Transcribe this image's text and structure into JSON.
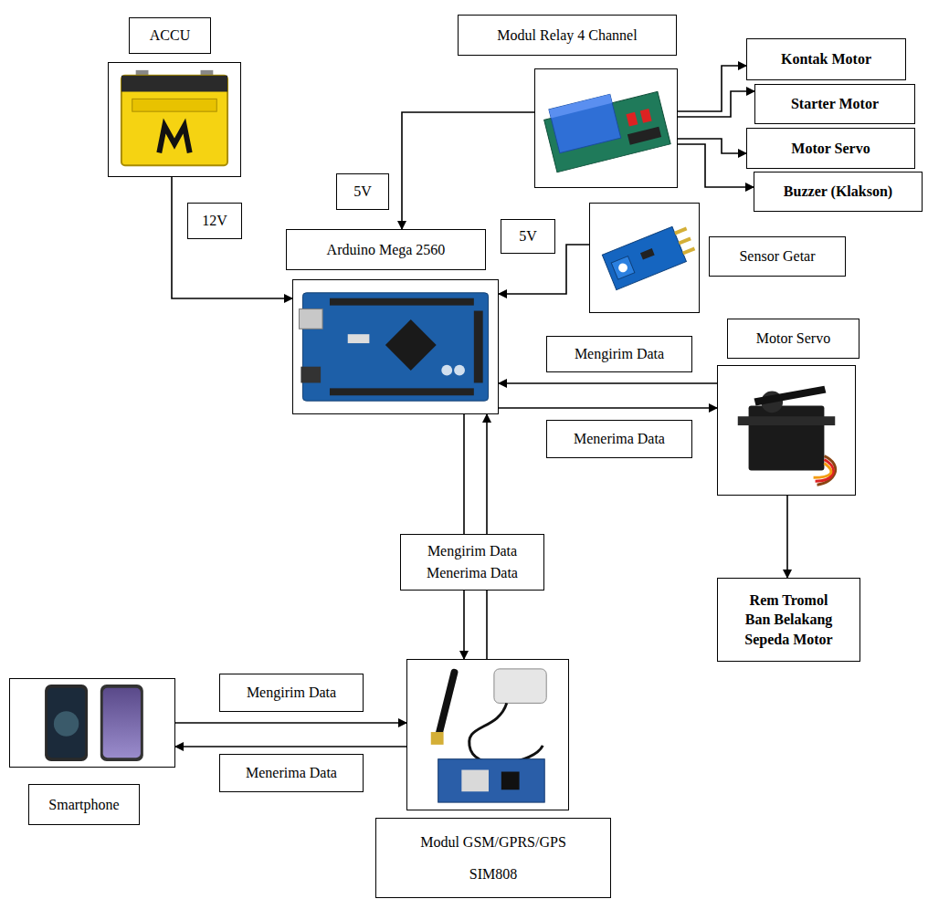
{
  "diagram": {
    "nodes": [
      {
        "text": [
          "ACCU"
        ]
      },
      {
        "text": [
          "Modul Relay 4 Channel"
        ]
      },
      {
        "text": [
          "Kontak Motor"
        ]
      },
      {
        "text": [
          "Starter Motor"
        ]
      },
      {
        "text": [
          "Motor Servo"
        ]
      },
      {
        "text": [
          "Buzzer (Klakson)"
        ]
      },
      {
        "text": [
          "Arduino Mega 2560"
        ]
      },
      {
        "text": [
          "Sensor Getar"
        ]
      },
      {
        "text": [
          "Motor Servo"
        ]
      },
      {
        "text": [
          "Rem Tromol Ban Belakang Sepeda Motor"
        ]
      },
      {
        "text": [
          "Modul GSM/GPRS/GPS SIM808"
        ]
      },
      {
        "text": [
          "Smartphone"
        ]
      }
    ],
    "edges": [
      {
        "from": 0,
        "to": 6,
        "arrow": "to",
        "label": "12V"
      },
      {
        "from": 1,
        "to": 6,
        "arrow": "to",
        "label": "5V"
      },
      {
        "from": 1,
        "to": 2,
        "arrow": "to"
      },
      {
        "from": 1,
        "to": 3,
        "arrow": "to"
      },
      {
        "from": 1,
        "to": 4,
        "arrow": "to"
      },
      {
        "from": 1,
        "to": 5,
        "arrow": "to"
      },
      {
        "from": 7,
        "to": 6,
        "arrow": "to",
        "label": "5V"
      },
      {
        "from": 8,
        "to": 6,
        "arrow": "to",
        "label": "Mengirim Data"
      },
      {
        "from": 6,
        "to": 8,
        "arrow": "to",
        "label": "Menerima Data"
      },
      {
        "from": 8,
        "to": 9,
        "arrow": "to"
      },
      {
        "from": 6,
        "to": 10,
        "arrow": "to",
        "label": "Mengirim Data Menerima Data"
      },
      {
        "from": 10,
        "to": 6,
        "arrow": "to"
      },
      {
        "from": 11,
        "to": 10,
        "arrow": "to",
        "label": "Mengirim Data"
      },
      {
        "from": 10,
        "to": 11,
        "arrow": "to",
        "label": "Menerima Data"
      }
    ]
  }
}
